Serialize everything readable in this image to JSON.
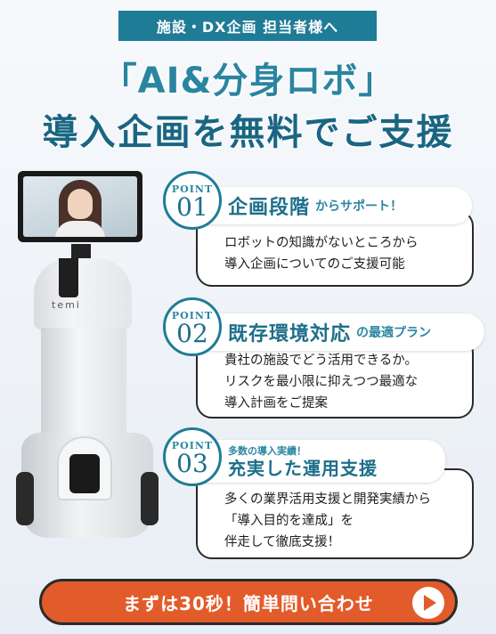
{
  "top_tag": "施設・DX企画 担当者様へ",
  "headline": {
    "line1": "「AI&分身ロボ」",
    "line2": "導入企画を無料でご支援"
  },
  "robot": {
    "brand": "temi"
  },
  "points": [
    {
      "label": "POINT",
      "number": "01",
      "title_big": "企画段階",
      "title_small": "からサポート！",
      "lines": [
        "ロボットの知識がないところから",
        "導入企画についてのご支援可能"
      ]
    },
    {
      "label": "POINT",
      "number": "02",
      "title_big": "既存環境対応",
      "title_small": "の最適プラン",
      "lines": [
        "貴社の施設でどう活用できるか。",
        "リスクを最小限に抑えつつ最適な",
        "導入計画をご提案"
      ]
    },
    {
      "label": "POINT",
      "number": "03",
      "title_tag": "多数の導入実績！",
      "title_big": "充実した運用支援",
      "lines": [
        "多くの業界活用支援と開発実績から",
        "「導入目的を達成」を",
        "伴走して徹底支援！"
      ]
    }
  ],
  "cta": {
    "label": "まずは30秒！簡単問い合わせ"
  },
  "colors": {
    "accent": "#1f7c97",
    "cta": "#e25b2a"
  }
}
